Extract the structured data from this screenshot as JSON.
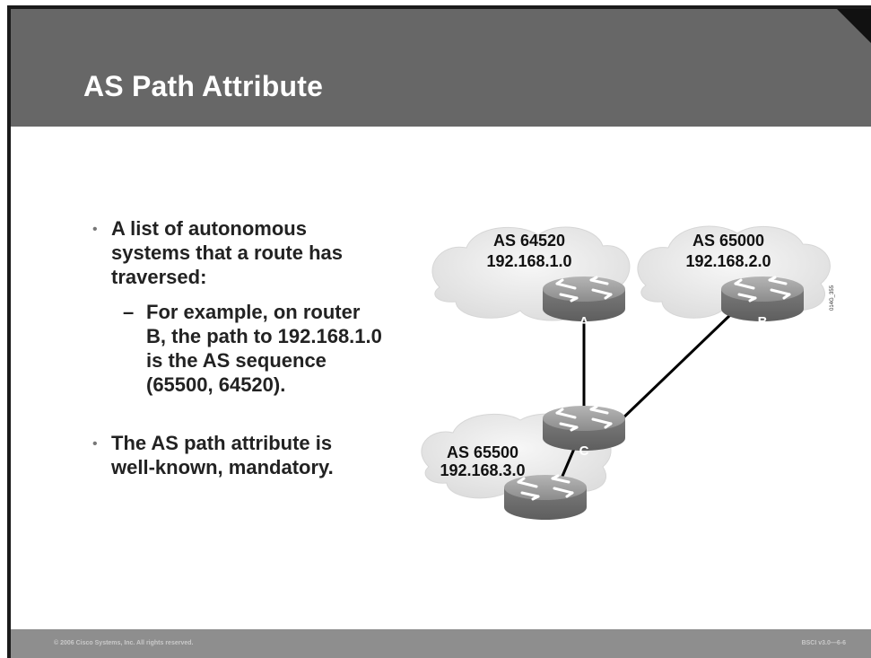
{
  "slide": {
    "title": "AS Path Attribute",
    "bullets": [
      {
        "text_lines": [
          "A list of autonomous",
          "systems that a route has",
          "traversed:"
        ]
      },
      {
        "text_lines": [
          "The AS path attribute is",
          "well-known, mandatory."
        ]
      }
    ],
    "sub_bullet": {
      "marker": "–",
      "text_lines": [
        "For example, on router",
        "B, the path to 192.168.1.0",
        "is the AS sequence",
        "(65500, 64520)."
      ]
    },
    "bullet_marker": "•",
    "footer": {
      "copyright": "© 2006 Cisco Systems, Inc. All rights reserved.",
      "course": "BSCI v3.0—6-6"
    }
  },
  "diagram": {
    "figure_id": "014G_355",
    "clouds": [
      {
        "as": "AS 64520",
        "network": "192.168.1.0"
      },
      {
        "as": "AS 65000",
        "network": "192.168.2.0"
      },
      {
        "as": "AS 65500",
        "network": "192.168.3.0"
      }
    ],
    "routers": [
      {
        "label": "A"
      },
      {
        "label": "B"
      },
      {
        "label": "C"
      },
      {
        "label": ""
      }
    ]
  },
  "colors": {
    "header_bg": "#676767",
    "footer_bg": "#8e8e8e",
    "router_body": "#888888",
    "cloud": "#e9e9e9"
  }
}
